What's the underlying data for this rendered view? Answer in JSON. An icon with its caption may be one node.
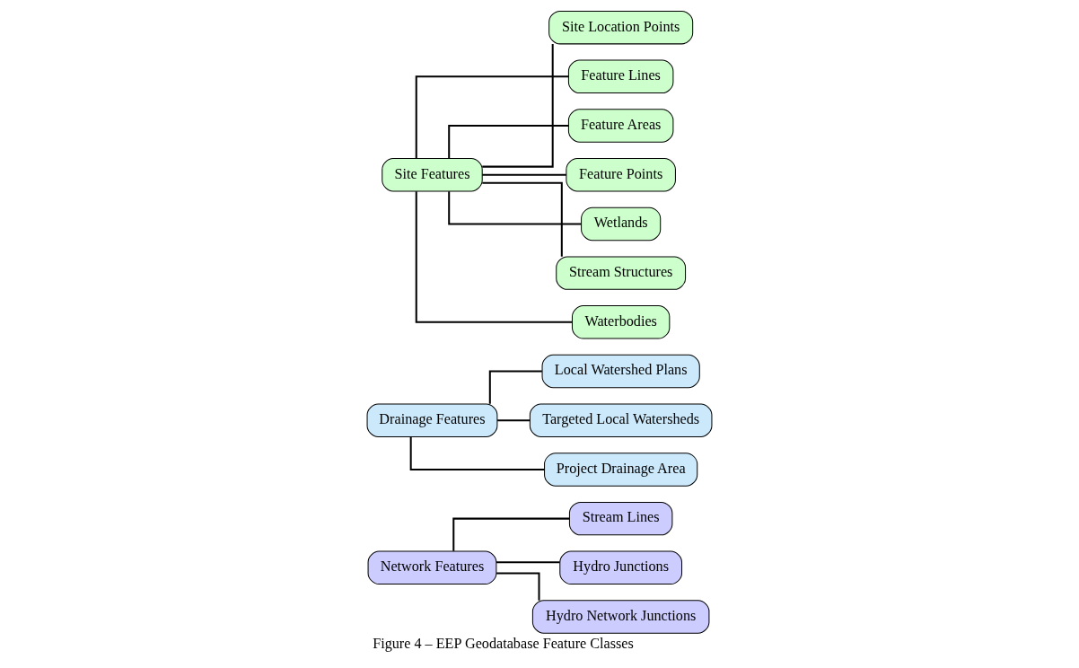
{
  "diagram": {
    "caption": "Figure 4 – EEP Geodatabase Feature Classes",
    "nodes": [
      {
        "text": [
          "Network Features"
        ]
      },
      {
        "text": [
          "Stream Lines"
        ]
      },
      {
        "text": [
          "Hydro Junctions"
        ]
      },
      {
        "text": [
          "Hydro Network Junctions"
        ]
      },
      {
        "text": [
          "Drainage Features"
        ]
      },
      {
        "text": [
          "Local Watershed Plans"
        ]
      },
      {
        "text": [
          "Targeted Local Watersheds"
        ]
      },
      {
        "text": [
          "Project Drainage Area"
        ]
      },
      {
        "text": [
          "Site Features"
        ]
      },
      {
        "text": [
          "Site Location Points"
        ]
      },
      {
        "text": [
          "Feature Lines"
        ]
      },
      {
        "text": [
          "Feature Areas"
        ]
      },
      {
        "text": [
          "Feature Points"
        ]
      },
      {
        "text": [
          "Wetlands"
        ]
      },
      {
        "text": [
          "Stream Structures"
        ]
      },
      {
        "text": [
          "Waterbodies"
        ]
      }
    ],
    "edges": [
      {
        "from": 0,
        "to": 1,
        "arrow": "none"
      },
      {
        "from": 0,
        "to": 2,
        "arrow": "none"
      },
      {
        "from": 0,
        "to": 3,
        "arrow": "none"
      },
      {
        "from": 4,
        "to": 5,
        "arrow": "none"
      },
      {
        "from": 4,
        "to": 6,
        "arrow": "none"
      },
      {
        "from": 4,
        "to": 7,
        "arrow": "none"
      },
      {
        "from": 8,
        "to": 9,
        "arrow": "none"
      },
      {
        "from": 8,
        "to": 10,
        "arrow": "none"
      },
      {
        "from": 8,
        "to": 11,
        "arrow": "none"
      },
      {
        "from": 8,
        "to": 12,
        "arrow": "none"
      },
      {
        "from": 8,
        "to": 13,
        "arrow": "none"
      },
      {
        "from": 8,
        "to": 14,
        "arrow": "none"
      },
      {
        "from": 8,
        "to": 15,
        "arrow": "none"
      }
    ]
  }
}
